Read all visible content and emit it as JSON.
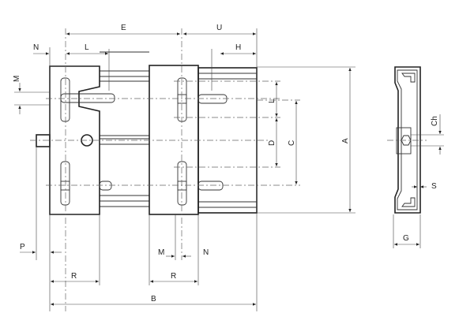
{
  "drawing": {
    "title": "Linear slide unit dimension drawing",
    "front_view_labels": {
      "E": "E",
      "U": "U",
      "N_top": "N",
      "L_top": "L",
      "H": "H",
      "M_left": "M",
      "L_right": "L",
      "D": "D",
      "C": "C",
      "A": "A",
      "P": "P",
      "M_bottom": "M",
      "N_bottom": "N",
      "R_left": "R",
      "R_right": "R",
      "B": "B"
    },
    "side_view_labels": {
      "Ch": "Ch",
      "S": "S",
      "G": "G"
    }
  }
}
